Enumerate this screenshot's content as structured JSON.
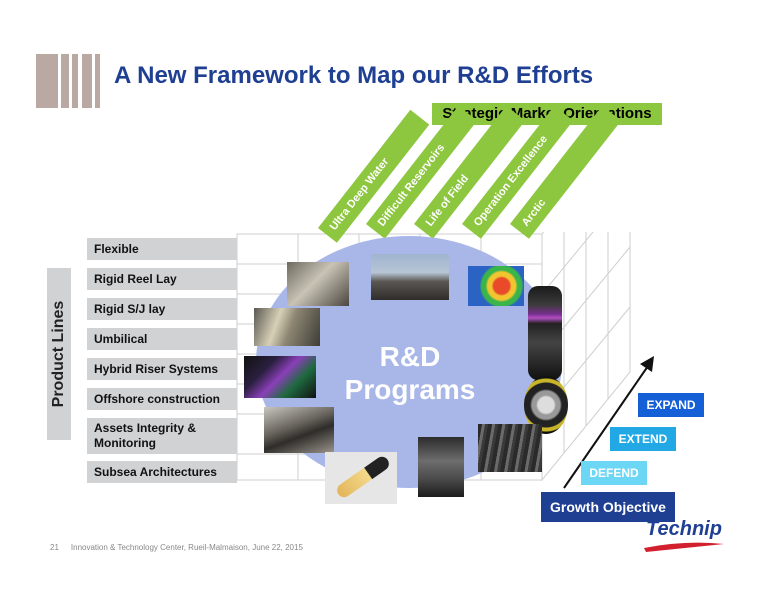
{
  "header": {
    "title": "A New Framework to Map our R&D Efforts"
  },
  "market": {
    "heading": "Strategic Market Orientations",
    "items": [
      "Ultra Deep Water",
      "Difficult Reservoirs",
      "Life of Field",
      "Operation Excellence",
      "Arctic"
    ]
  },
  "product_lines": {
    "heading": "Product  Lines",
    "items": [
      "Flexible",
      "Rigid Reel Lay",
      "Rigid S/J lay",
      "Umbilical",
      "Hybrid Riser Systems",
      "Offshore construction",
      "Assets Integrity & Monitoring",
      "Subsea Architectures"
    ]
  },
  "center": {
    "line1": "R&D",
    "line2": "Programs"
  },
  "growth": {
    "levels": [
      "EXPAND",
      "EXTEND",
      "DEFEND"
    ],
    "label": "Growth Objective"
  },
  "footer": {
    "page": "21",
    "text": "Innovation & Technology Center, Rueil-Malmaison, June 22, 2015"
  },
  "logo": {
    "text": "Technip"
  },
  "colors": {
    "title_blue": "#1f3f93",
    "green": "#8dc63f",
    "gray_box": "#d0d2d4",
    "circle": "#a9b7e8",
    "expand": "#1560d6",
    "extend": "#23a8e6",
    "defend": "#6cd6f5",
    "logo_red": "#d2202f"
  }
}
